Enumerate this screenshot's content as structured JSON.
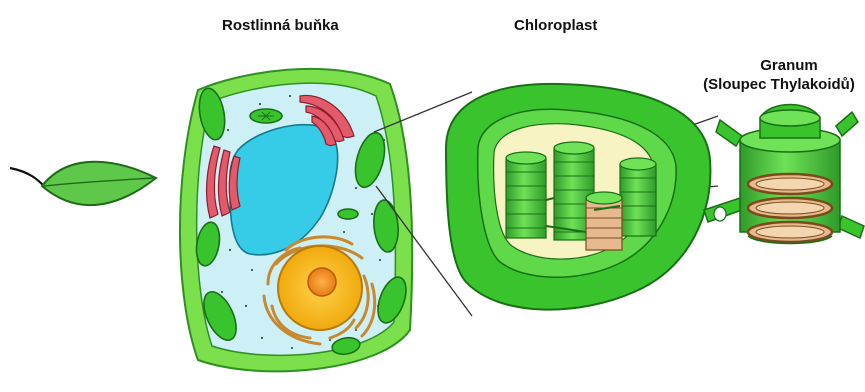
{
  "labels": {
    "plant_cell": "Rostlinná buňka",
    "chloroplast": "Chloroplast",
    "granum_line1": "Granum",
    "granum_line2": "(Sloupec Thylakoidů)"
  },
  "icons": [
    "leaf-icon",
    "plant-cell-icon",
    "chloroplast-icon",
    "granum-icon"
  ],
  "colors": {
    "leaf_green": "#5fc84a",
    "cell_wall": "#7be04c",
    "cytoplasm": "#cdeff6",
    "vacuole": "#36cbe6",
    "chloroplast_green": "#39c42e",
    "golgi_red": "#d9505e",
    "nucleus_yellow": "#f2c512",
    "er_orange": "#c8892e",
    "thylakoid_tan": "#e7b98e",
    "stroma_cream": "#f8f3c2"
  }
}
